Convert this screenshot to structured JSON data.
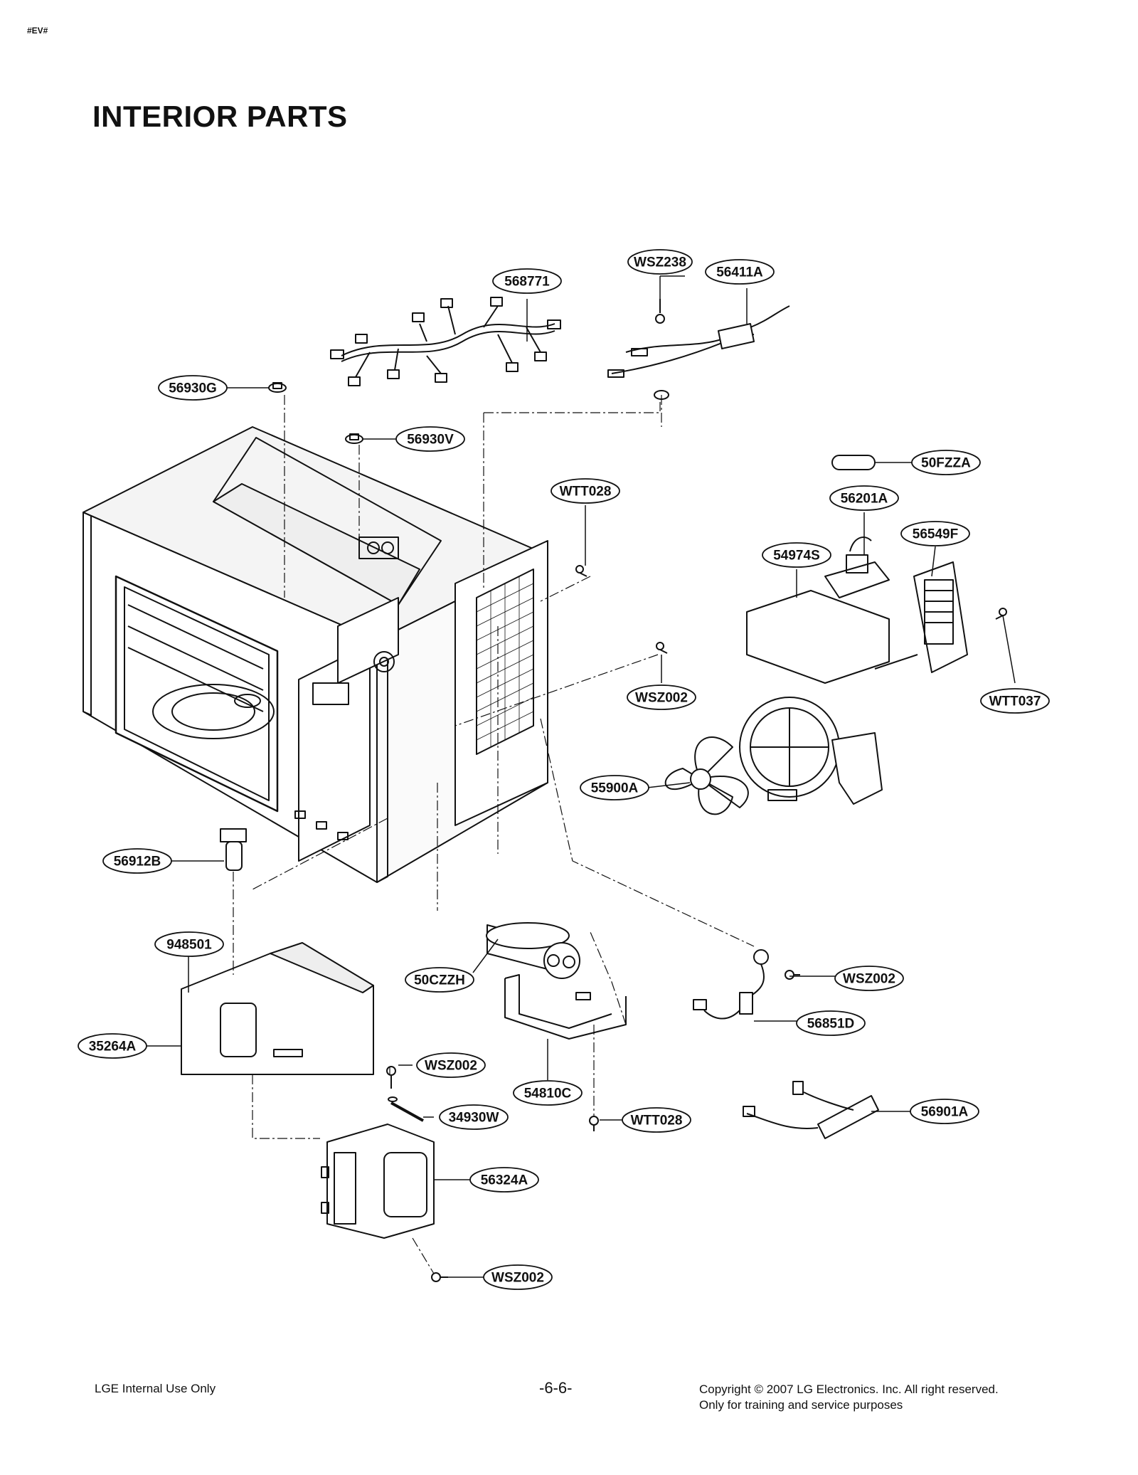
{
  "header": {
    "tag": "#EV#",
    "title": "INTERIOR PARTS"
  },
  "callouts": [
    "WSZ238",
    "56411A",
    "568771",
    "56930G",
    "56930V",
    "50FZZA",
    "WTT028",
    "56201A",
    "56549F",
    "54974S",
    "WTT037",
    "WSZ002",
    "55900A",
    "56912B",
    "948501",
    "50CZZH",
    "WSZ002",
    "35264A",
    "56851D",
    "WSZ002",
    "54810C",
    "34930W",
    "WTT028",
    "56901A",
    "56324A",
    "WSZ002"
  ],
  "footer": {
    "left": "LGE Internal Use Only",
    "page": "-6-6-",
    "copyright": "Copyright © 2007 LG Electronics. Inc. All right reserved.",
    "note": "Only for training and service purposes"
  }
}
